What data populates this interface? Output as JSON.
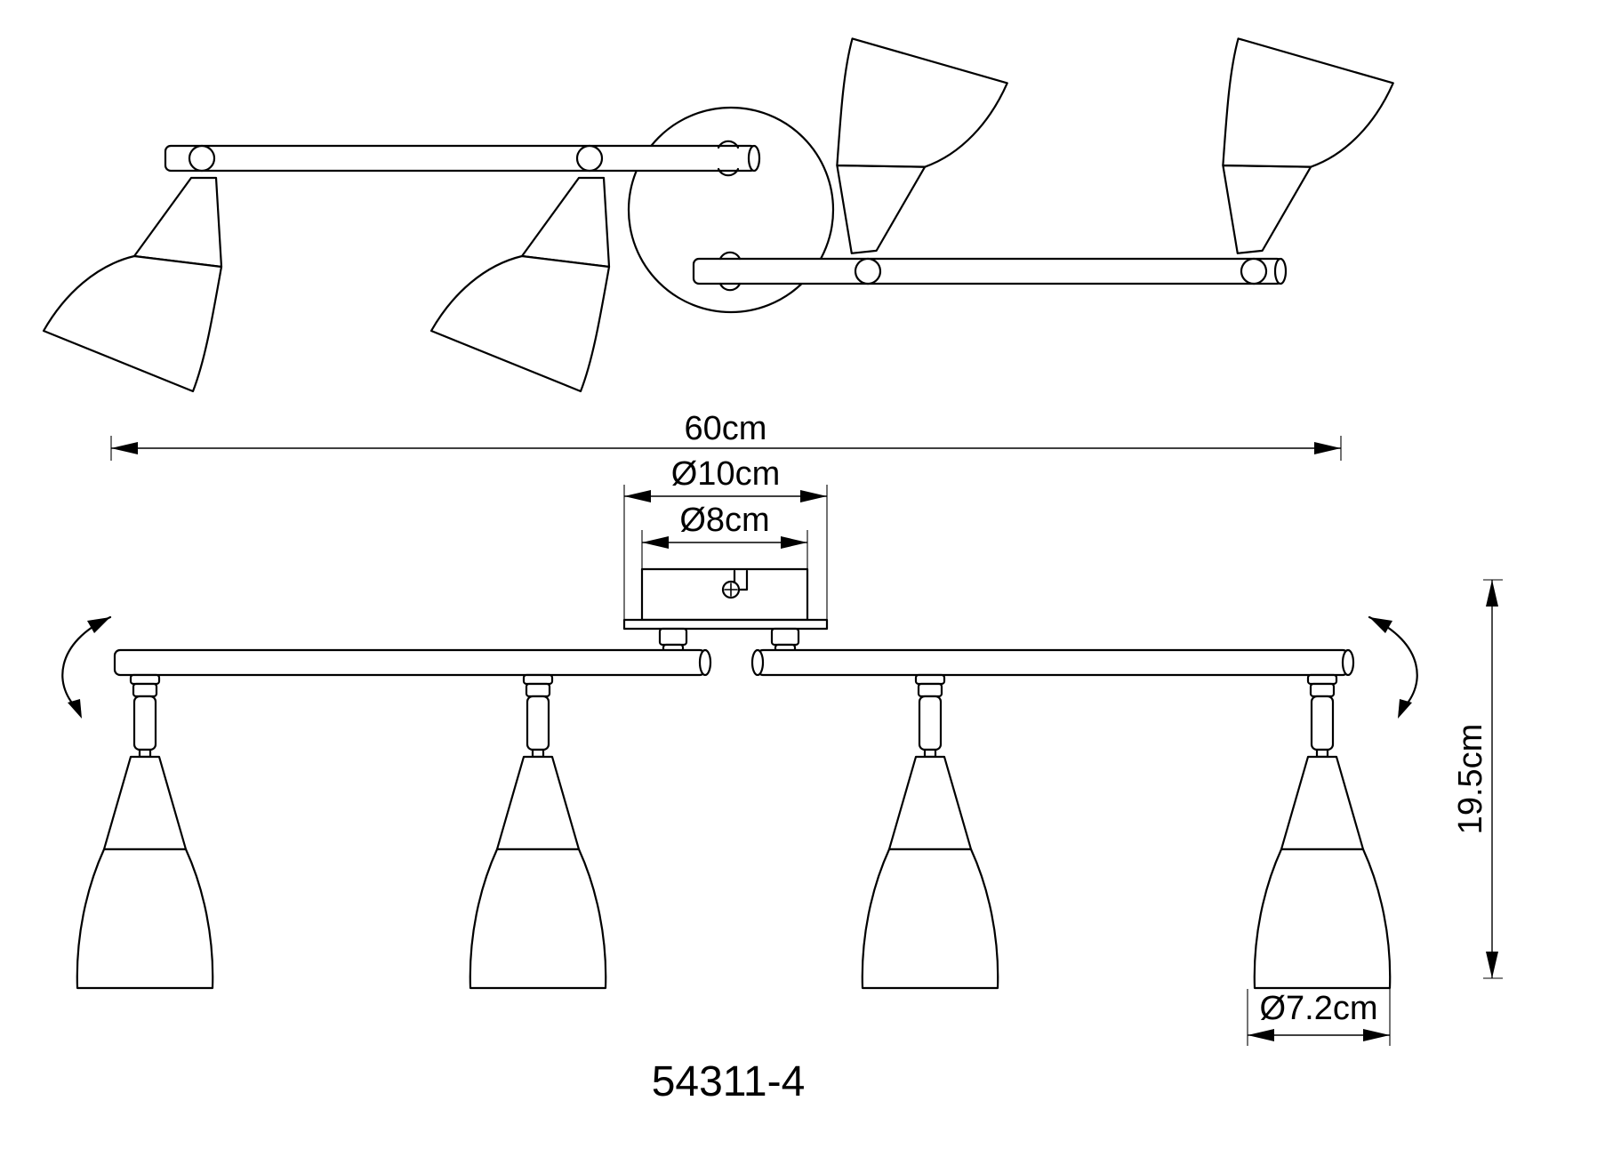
{
  "dimensions": {
    "overall_length": "60cm",
    "canopy_outer_diameter": "Ø10cm",
    "canopy_inner_diameter": "Ø8cm",
    "height": "19.5cm",
    "shade_diameter": "Ø7.2cm"
  },
  "model_number": "54311-4",
  "views": {
    "top": {
      "arms": 2,
      "spots": 4
    },
    "front": {
      "arms": 2,
      "spots": 4
    }
  }
}
